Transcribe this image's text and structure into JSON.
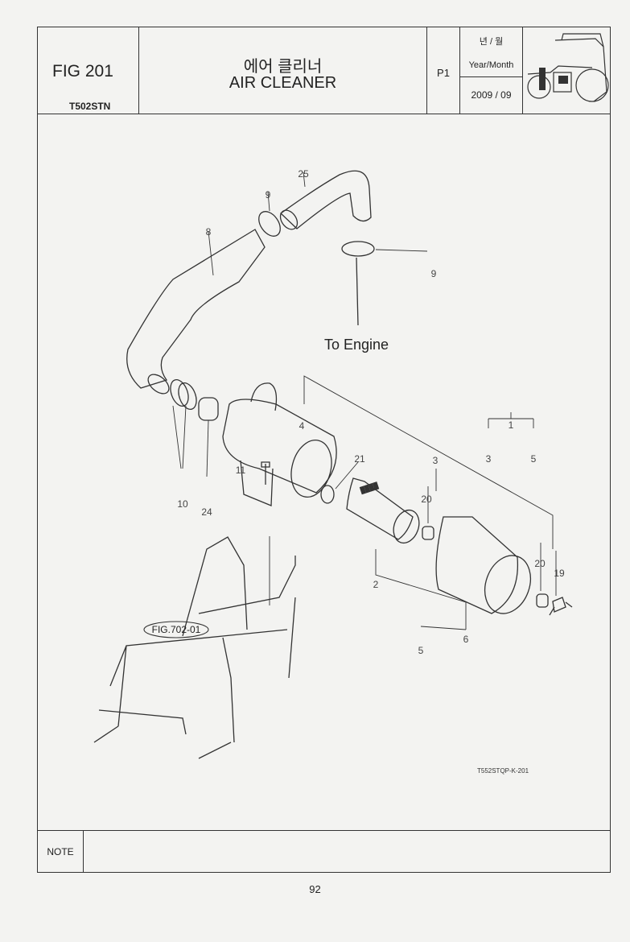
{
  "header": {
    "fig_label": "FIG 201",
    "model": "T502STN",
    "title_korean": "에어 클리너",
    "title_english": "AIR CLEANER",
    "page_code": "P1",
    "year_month_korean": "년 / 월",
    "year_month_label": "Year/Month",
    "year_month_value": "2009 / 09"
  },
  "diagram": {
    "to_engine": "To Engine",
    "fig_ref": "FIG.702-01",
    "drawing_code": "T552STQP-K-201",
    "callouts": [
      "25",
      "9",
      "8",
      "9",
      "4",
      "21",
      "3",
      "1",
      "3",
      "5",
      "11",
      "20",
      "10",
      "24",
      "20",
      "19",
      "2",
      "6",
      "5"
    ]
  },
  "footer": {
    "note_label": "NOTE",
    "page_number": "92"
  }
}
